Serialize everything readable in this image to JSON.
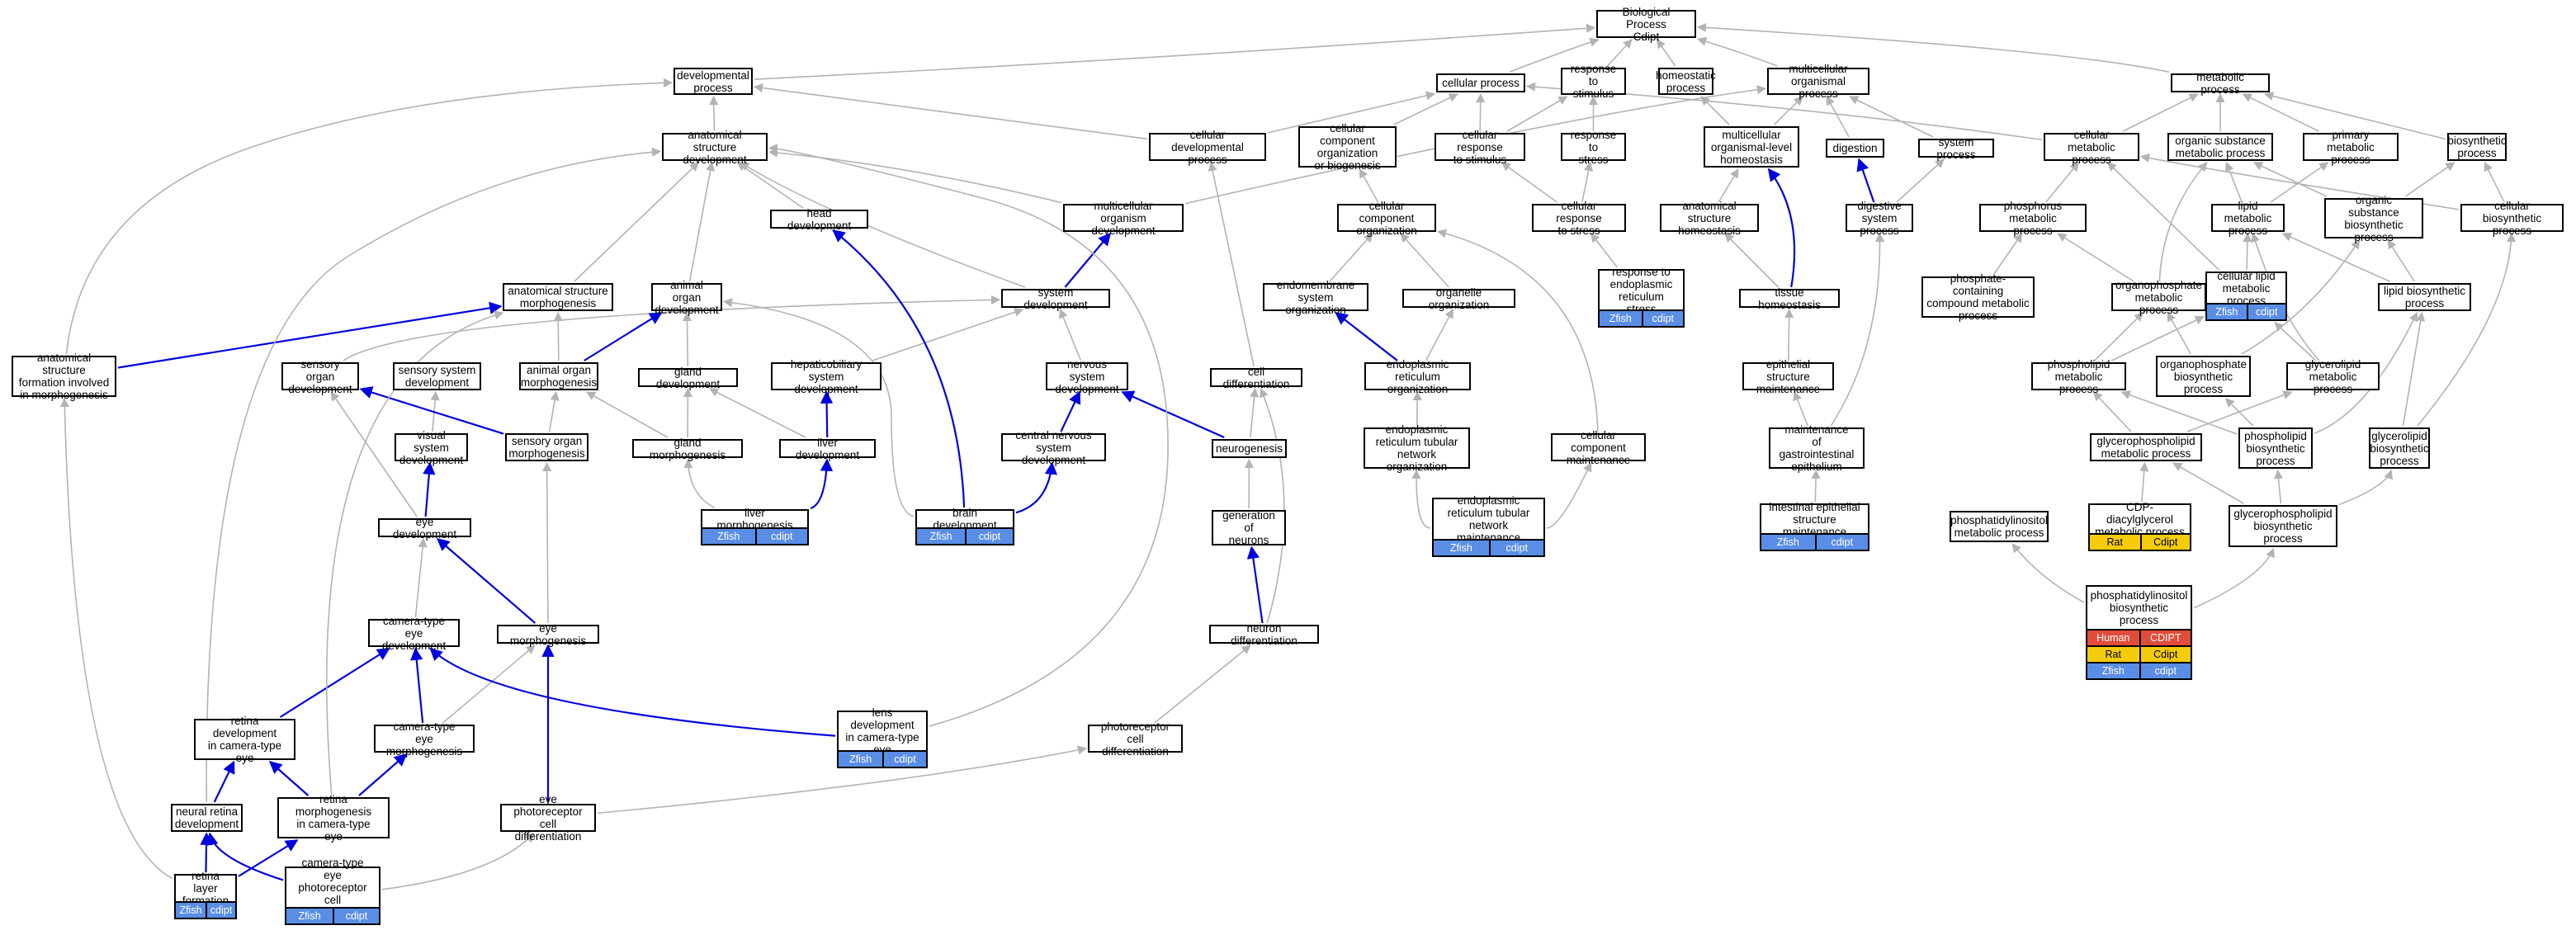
{
  "diagram": {
    "colors": {
      "edge_regular": "#b3b3b3",
      "edge_highlight": "#0000dd",
      "zfish": "#5a8ee6",
      "rat": "#f5cc0a",
      "human": "#e04d3a",
      "border": "#000000"
    },
    "nodes": [
      {
        "id": "bp",
        "label": "Biological Process\nCdipt"
      },
      {
        "id": "dev_proc",
        "label": "developmental\nprocess"
      },
      {
        "id": "cell_proc",
        "label": "cellular process"
      },
      {
        "id": "resp_stim",
        "label": "response to\nstimulus"
      },
      {
        "id": "homeo_proc",
        "label": "homeostatic\nprocess"
      },
      {
        "id": "multi_org",
        "label": "multicellular\norganismal process"
      },
      {
        "id": "metab",
        "label": "metabolic process"
      },
      {
        "id": "anat_dev",
        "label": "anatomical structure\ndevelopment"
      },
      {
        "id": "cell_dev_proc",
        "label": "cellular developmental\nprocess"
      },
      {
        "id": "cc_org_bio",
        "label": "cellular component\norganization\nor biogenesis"
      },
      {
        "id": "cell_resp_stim",
        "label": "cellular response\nto stimulus"
      },
      {
        "id": "resp_stress",
        "label": "response to\nstress"
      },
      {
        "id": "multi_homeo",
        "label": "multicellular\norganismal-level\nhomeostasis"
      },
      {
        "id": "digestion",
        "label": "digestion"
      },
      {
        "id": "sys_proc",
        "label": "system process"
      },
      {
        "id": "cell_metab",
        "label": "cellular metabolic\nprocess"
      },
      {
        "id": "org_sub_metab",
        "label": "organic substance\nmetabolic process"
      },
      {
        "id": "prim_metab",
        "label": "primary metabolic\nprocess"
      },
      {
        "id": "biosyn",
        "label": "biosynthetic\nprocess"
      },
      {
        "id": "head_dev",
        "label": "head development"
      },
      {
        "id": "multi_org_dev",
        "label": "multicellular\norganism development"
      },
      {
        "id": "cc_org",
        "label": "cellular component\norganization"
      },
      {
        "id": "cell_resp_stress",
        "label": "cellular response\nto stress"
      },
      {
        "id": "anat_homeo",
        "label": "anatomical structure\nhomeostasis"
      },
      {
        "id": "dig_sys",
        "label": "digestive system\nprocess"
      },
      {
        "id": "phos_metab",
        "label": "phosphorus metabolic\nprocess"
      },
      {
        "id": "lipid_metab",
        "label": "lipid metabolic\nprocess"
      },
      {
        "id": "org_sub_biosyn",
        "label": "organic substance\nbiosynthetic\nprocess"
      },
      {
        "id": "cell_biosyn",
        "label": "cellular biosynthetic\nprocess"
      },
      {
        "id": "anat_morph",
        "label": "anatomical structure\nmorphogenesis"
      },
      {
        "id": "animal_organ_dev",
        "label": "animal organ\ndevelopment"
      },
      {
        "id": "sys_dev",
        "label": "system development"
      },
      {
        "id": "endo_sys_org",
        "label": "endomembrane\nsystem organization"
      },
      {
        "id": "organelle_org",
        "label": "organelle organization"
      },
      {
        "id": "er_stress",
        "label": "response to\nendoplasmic\nreticulum stress",
        "chips": [
          [
            "zfish",
            "Zfish",
            "cdipt"
          ]
        ]
      },
      {
        "id": "tissue_homeo",
        "label": "tissue homeostasis"
      },
      {
        "id": "phos_comp",
        "label": "phosphate-containing\ncompound metabolic\nprocess"
      },
      {
        "id": "orgphos_metab",
        "label": "organophosphate\nmetabolic process"
      },
      {
        "id": "cell_lipid_metab",
        "label": "cellular lipid\nmetabolic process",
        "chips": [
          [
            "zfish",
            "Zfish",
            "cdipt"
          ]
        ]
      },
      {
        "id": "lipid_biosyn",
        "label": "lipid biosynthetic\nprocess"
      },
      {
        "id": "anat_form",
        "label": "anatomical structure\nformation involved\nin morphogenesis"
      },
      {
        "id": "sens_organ_dev",
        "label": "sensory organ\ndevelopment"
      },
      {
        "id": "sens_sys_dev",
        "label": "sensory system\ndevelopment"
      },
      {
        "id": "animal_organ_morph",
        "label": "animal organ\nmorphogenesis"
      },
      {
        "id": "gland_dev",
        "label": "gland development"
      },
      {
        "id": "hepato_dev",
        "label": "hepaticobiliary\nsystem development"
      },
      {
        "id": "nerv_sys_dev",
        "label": "nervous system\ndevelopment"
      },
      {
        "id": "cell_diff",
        "label": "cell differentiation"
      },
      {
        "id": "er_org",
        "label": "endoplasmic\nreticulum organization"
      },
      {
        "id": "epi_struct",
        "label": "epithelial structure\nmaintenance"
      },
      {
        "id": "phospholipid_metab",
        "label": "phospholipid\nmetabolic process"
      },
      {
        "id": "orgphos_biosyn",
        "label": "organophosphate\nbiosynthetic\nprocess"
      },
      {
        "id": "glycerolipid_metab",
        "label": "glycerolipid\nmetabolic process"
      },
      {
        "id": "visual_sys_dev",
        "label": "visual system\ndevelopment"
      },
      {
        "id": "sens_organ_morph",
        "label": "sensory organ\nmorphogenesis"
      },
      {
        "id": "gland_morph",
        "label": "gland morphogenesis"
      },
      {
        "id": "liver_dev",
        "label": "liver development"
      },
      {
        "id": "cns_dev",
        "label": "central nervous\nsystem development"
      },
      {
        "id": "neurogenesis",
        "label": "neurogenesis"
      },
      {
        "id": "er_tubular_org",
        "label": "endoplasmic\nreticulum tubular\nnetwork organization"
      },
      {
        "id": "cc_maint",
        "label": "cellular component\nmaintenance"
      },
      {
        "id": "maint_gi",
        "label": "maintenance\nof gastrointestinal\nepithelium"
      },
      {
        "id": "gpl_metab",
        "label": "glycerophospholipid\nmetabolic process"
      },
      {
        "id": "phospholipid_biosyn",
        "label": "phospholipid\nbiosynthetic\nprocess"
      },
      {
        "id": "glycerolipid_biosyn",
        "label": "glycerolipid\nbiosynthetic\nprocess"
      },
      {
        "id": "liver_morph",
        "label": "liver morphogenesis",
        "chips": [
          [
            "zfish",
            "Zfish",
            "cdipt"
          ]
        ]
      },
      {
        "id": "brain_dev",
        "label": "brain development",
        "chips": [
          [
            "zfish",
            "Zfish",
            "cdipt"
          ]
        ]
      },
      {
        "id": "er_tubular_maint",
        "label": "endoplasmic\nreticulum tubular\nnetwork maintenance",
        "chips": [
          [
            "zfish",
            "Zfish",
            "cdipt"
          ]
        ]
      },
      {
        "id": "int_epi",
        "label": "intestinal epithelial\nstructure maintenance",
        "chips": [
          [
            "zfish",
            "Zfish",
            "cdipt"
          ]
        ]
      },
      {
        "id": "pi_metab",
        "label": "phosphatidylinositol\nmetabolic process"
      },
      {
        "id": "cdp_dag",
        "label": "CDP-diacylglycerol\nmetabolic process",
        "chips": [
          [
            "rat",
            "Rat",
            "Cdipt"
          ]
        ]
      },
      {
        "id": "gpl_biosyn",
        "label": "glycerophospholipid\nbiosynthetic\nprocess"
      },
      {
        "id": "eye_dev",
        "label": "eye development"
      },
      {
        "id": "gen_neurons",
        "label": "generation of\nneurons"
      },
      {
        "id": "pi_biosyn",
        "label": "phosphatidylinositol\nbiosynthetic\nprocess",
        "chips": [
          [
            "human",
            "Human",
            "CDIPT"
          ],
          [
            "rat",
            "Rat",
            "Cdipt"
          ],
          [
            "zfish",
            "Zfish",
            "cdipt"
          ]
        ]
      },
      {
        "id": "camera_eye_dev",
        "label": "camera-type\neye development"
      },
      {
        "id": "eye_morph",
        "label": "eye morphogenesis"
      },
      {
        "id": "neuron_diff",
        "label": "neuron differentiation"
      },
      {
        "id": "retina_dev",
        "label": "retina development\nin camera-type\neye"
      },
      {
        "id": "camera_eye_morph",
        "label": "camera-type\neye morphogenesis"
      },
      {
        "id": "lens_dev",
        "label": "lens development\nin camera-type\neye",
        "chips": [
          [
            "zfish",
            "Zfish",
            "cdipt"
          ]
        ]
      },
      {
        "id": "photo_diff",
        "label": "photoreceptor\ncell differentiation"
      },
      {
        "id": "neural_retina_dev",
        "label": "neural retina\ndevelopment"
      },
      {
        "id": "retina_morph",
        "label": "retina morphogenesis\nin camera-type\neye"
      },
      {
        "id": "eye_photo_diff",
        "label": "eye photoreceptor\ncell differentiation"
      },
      {
        "id": "retina_layer",
        "label": "retina layer\nformation",
        "chips": [
          [
            "zfish",
            "Zfish",
            "cdipt"
          ]
        ]
      },
      {
        "id": "camera_photo_diff",
        "label": "camera-type\neye photoreceptor\ncell differentiation",
        "chips": [
          [
            "zfish",
            "Zfish",
            "cdipt"
          ]
        ]
      }
    ]
  }
}
